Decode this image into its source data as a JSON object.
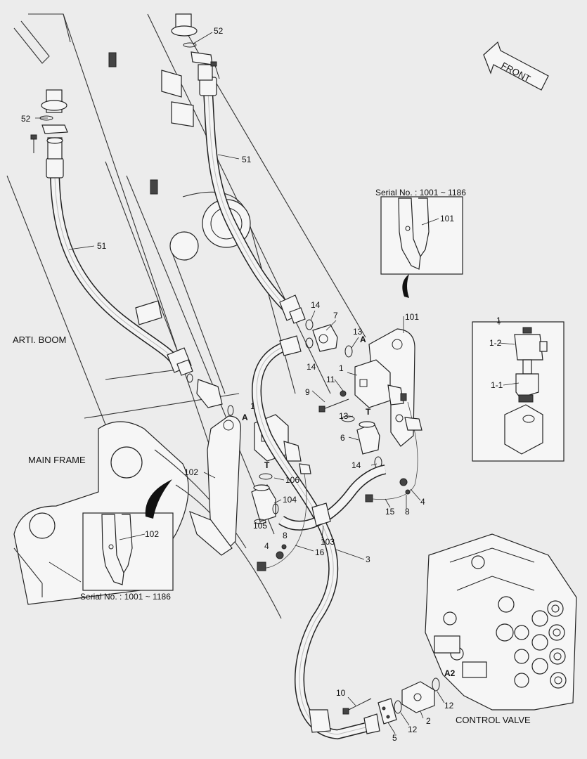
{
  "labels": {
    "front": "FRONT",
    "arti_boom": "ARTI. BOOM",
    "main_frame": "MAIN FRAME",
    "control_valve": "CONTROL VALVE",
    "serial_top": "Serial No. : 1001 ~ 1186",
    "serial_bottom": "Serial No. : 1001 ~ 1186"
  },
  "callouts": {
    "c52a": "52",
    "c52b": "52",
    "c51a": "51",
    "c51b": "51",
    "c101a": "101",
    "c101b": "101",
    "c102a": "102",
    "c102b": "102",
    "c1a": "1",
    "c1b": "1",
    "c1c": "1",
    "c1_2": "1-2",
    "c1_1": "1-1",
    "c14a": "14",
    "c14b": "14",
    "c14c": "14",
    "c7": "7",
    "c13a": "13",
    "c13b": "13",
    "c11": "11",
    "c9": "9",
    "c6": "6",
    "c15": "15",
    "c4a": "4",
    "c4b": "4",
    "c8a": "8",
    "c8b": "8",
    "c106": "106",
    "c104": "104",
    "c105": "105",
    "c103": "103",
    "c16": "16",
    "c3": "3",
    "c10": "10",
    "c5": "5",
    "c12a": "12",
    "c12b": "12",
    "c2": "2"
  },
  "port_marks": {
    "a_top": "A",
    "t_top": "T",
    "a_left": "A",
    "t_left": "T",
    "a2": "A2"
  }
}
